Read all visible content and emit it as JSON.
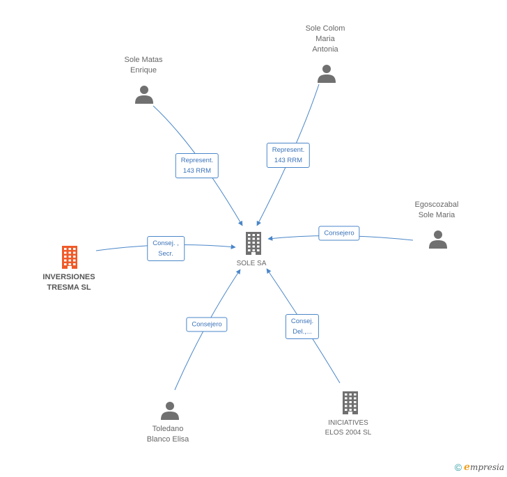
{
  "nodes": {
    "center": {
      "lines": [
        "SOLE SA"
      ],
      "type": "company"
    },
    "matas": {
      "lines": [
        "Sole Matas",
        "Enrique"
      ],
      "type": "person"
    },
    "colom": {
      "lines": [
        "Sole Colom",
        "Maria",
        "Antonia"
      ],
      "type": "person"
    },
    "egoscoz": {
      "lines": [
        "Egoscozabal",
        "Sole Maria"
      ],
      "type": "person"
    },
    "tresma": {
      "lines": [
        "INVERSIONES",
        "TRESMA SL"
      ],
      "type": "company",
      "highlight": true
    },
    "toledano": {
      "lines": [
        "Toledano",
        "Blanco Elisa"
      ],
      "type": "person"
    },
    "elos": {
      "lines": [
        "INICIATIVES",
        "ELOS 2004 SL"
      ],
      "type": "company"
    }
  },
  "edges": [
    {
      "from": "matas",
      "lines": [
        "Represent.",
        "143 RRM"
      ]
    },
    {
      "from": "colom",
      "lines": [
        "Represent.",
        "143 RRM"
      ]
    },
    {
      "from": "egoscoz",
      "lines": [
        "Consejero"
      ]
    },
    {
      "from": "tresma",
      "lines": [
        "Consej. ,",
        "Secr."
      ]
    },
    {
      "from": "toledano",
      "lines": [
        "Consejero"
      ]
    },
    {
      "from": "elos",
      "lines": [
        "Consej.",
        "Del.,..."
      ]
    }
  ],
  "colors": {
    "edge": "#4a86c8",
    "icon": "#707070",
    "highlight": "#f05a28"
  },
  "footer": {
    "copyright": "©",
    "brand_initial": "e",
    "brand_rest": "mpresia"
  }
}
